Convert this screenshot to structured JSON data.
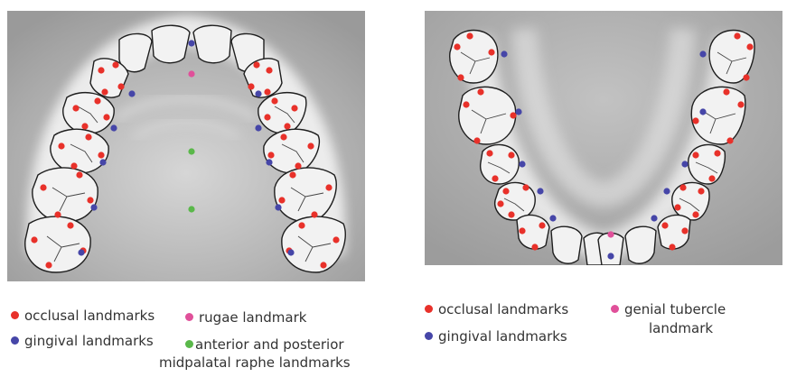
{
  "colors": {
    "occlusal": "#e8312a",
    "gingival": "#4646a8",
    "rugae": "#e0509a",
    "raphe": "#5ab84a",
    "genial": "#e0509a",
    "panel_bg": "#a7a7a7"
  },
  "legend_upper": {
    "occlusal": "occlusal landmarks",
    "gingival": "gingival landmarks",
    "rugae": "rugae landmark",
    "raphe_line1": "anterior and posterior",
    "raphe_line2": "midpalatal raphe landmarks"
  },
  "legend_lower": {
    "occlusal": "occlusal landmarks",
    "gingival": "gingival landmarks",
    "genial_line1": "genial tubercle",
    "genial_line2": "landmark"
  }
}
